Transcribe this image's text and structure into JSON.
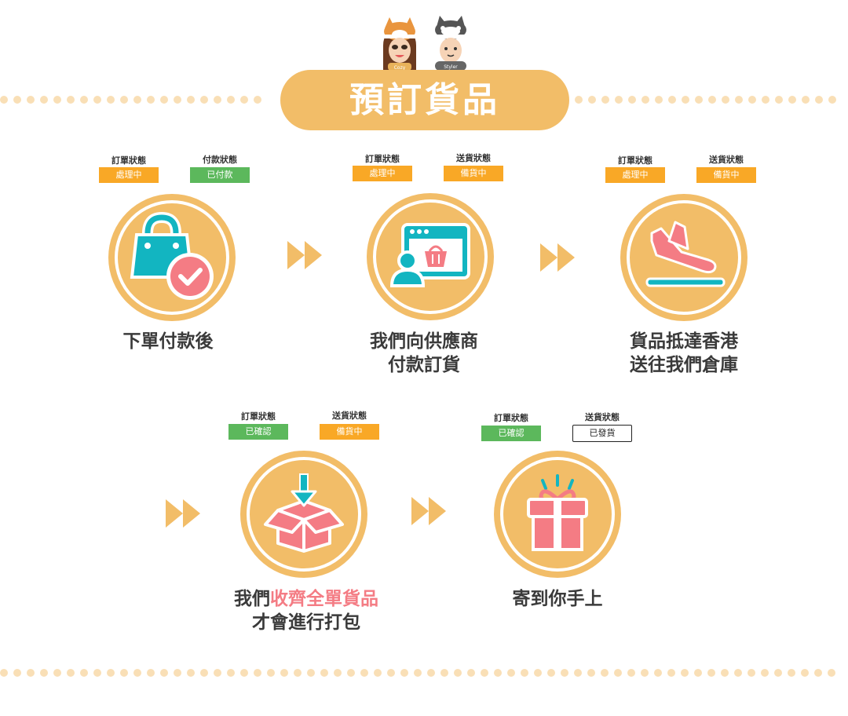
{
  "header": {
    "title": "預訂貨品",
    "avatar_left_tag": "Cozy",
    "avatar_right_tag": "Styler"
  },
  "steps": [
    {
      "left_label": "訂單狀態",
      "left_badge": "處理中",
      "right_label": "付款狀態",
      "right_badge": "已付款",
      "icon": "shopping-bag-check-icon",
      "caption_line1": "下單付款後",
      "caption_line2": ""
    },
    {
      "left_label": "訂單狀態",
      "left_badge": "處理中",
      "right_label": "送貨狀態",
      "right_badge": "備貨中",
      "icon": "online-shop-basket-icon",
      "caption_line1": "我們向供應商",
      "caption_line2": "付款訂貨"
    },
    {
      "left_label": "訂單狀態",
      "left_badge": "處理中",
      "right_label": "送貨狀態",
      "right_badge": "備貨中",
      "icon": "airplane-landing-icon",
      "caption_line1": "貨品抵達香港",
      "caption_line2": "送往我們倉庫"
    },
    {
      "left_label": "訂單狀態",
      "left_badge": "已確認",
      "right_label": "送貨狀態",
      "right_badge": "備貨中",
      "icon": "box-download-icon",
      "caption_line1_prefix": "我們",
      "caption_line1_highlight": "收齊全單貨品",
      "caption_line2": "才會進行打包"
    },
    {
      "left_label": "訂單狀態",
      "left_badge": "已確認",
      "right_label": "送貨狀態",
      "right_badge": "已發貨",
      "icon": "gift-box-icon",
      "caption_line1": "寄到你手上",
      "caption_line2": ""
    }
  ],
  "colors": {
    "circle": "#f2bd68",
    "badge_processing": "#f9a826",
    "badge_done": "#5cb85c",
    "icon_teal": "#12b5c1",
    "icon_pink": "#f47c84",
    "dots": "#f9dfb6"
  }
}
